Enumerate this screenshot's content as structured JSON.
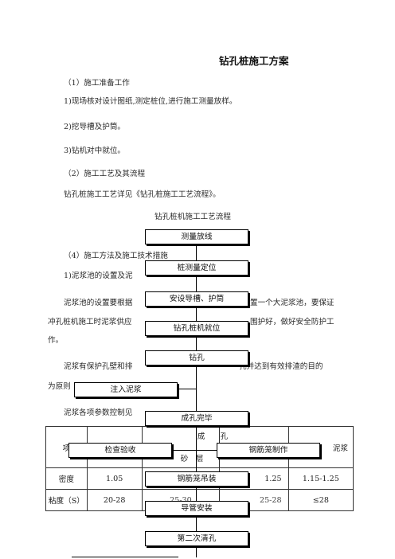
{
  "doc": {
    "title": "钻孔桩施工方案",
    "paragraphs": [
      "（1）施工准备工作",
      "1)现场核对设计图纸,测定桩位,进行施工测量放样。",
      "2)挖导槽及护筒。",
      "3)钻机对中就位。",
      "（2）施工工艺及其流程",
      "钻孔桩施工工艺详见《钻孔桩施工工艺流程》。",
      "钻孔桩机施工工艺流程",
      "（4）施工方法及施工技术措施",
      "1)泥浆池的设置及泥",
      "泥浆池的设置要根据",
      "置一个大泥浆池，要保证",
      "冲孔桩机施工时泥浆供应",
      "围护好，做好安全防护工",
      "作。",
      "泥浆有保护孔壁和排",
      "孔并达到有效排渣的目的",
      "为原则",
      "泥浆各项参数控制见"
    ]
  },
  "flow": {
    "steps": [
      "测量放线",
      "桩测量定位",
      "安设导槽、护筒",
      "钻孔桩机就位",
      "钻孔",
      "注入泥浆",
      "成孔完毕",
      "检查验收",
      "钢筋笼制作",
      "钢筋笼吊装",
      "导管安装",
      "第二次清孔"
    ]
  },
  "table": {
    "header": {
      "col1": "项",
      "mid_top": "成　　孔",
      "mid_bottom": "砂　层",
      "last": "泥浆"
    },
    "rows": [
      {
        "label": "密度",
        "c1": "1.05",
        "c3": "1.25",
        "c4": "1.15-1.25"
      },
      {
        "label": "粘度（S）",
        "c1": "20-28",
        "c2": "25-30",
        "c3": "25-28",
        "c4": "≤28"
      }
    ]
  }
}
